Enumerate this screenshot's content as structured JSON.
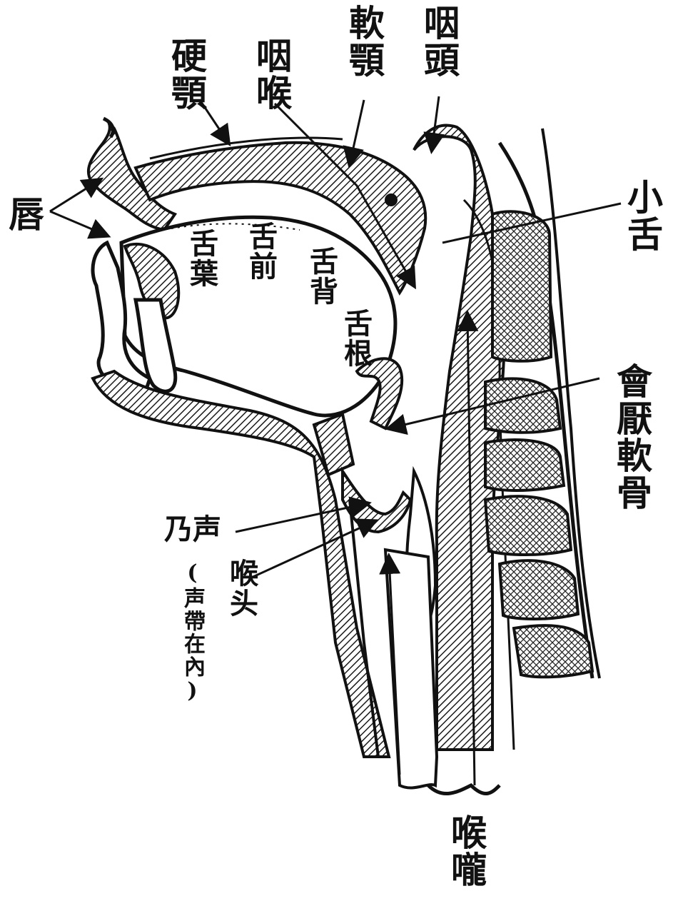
{
  "colors": {
    "ink": "#111111",
    "hatch": "#1a1a1a",
    "paper": "#ffffff",
    "grid": "#222222"
  },
  "labels": {
    "lips": "唇",
    "hard_palate": "硬顎",
    "pharynx_throat": "咽喉",
    "soft_palate": "軟顎",
    "pharynx": "咽頭",
    "uvula": "小舌",
    "tongue_blade": "舌葉",
    "tongue_front": "舌前",
    "tongue_back": "舌背",
    "tongue_root": "舌根",
    "epiglottis": "會厭軟骨",
    "voice": "乃声",
    "larynx": "喉头",
    "vocal_note": "(声帶在內)",
    "trachea": "喉嚨"
  }
}
